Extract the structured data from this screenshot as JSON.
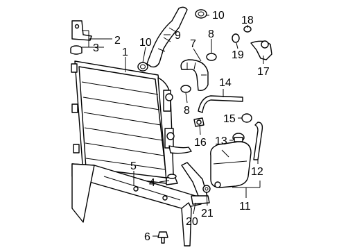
{
  "callouts": {
    "c1": "1",
    "c2": "2",
    "c3": "3",
    "c4": "4",
    "c5": "5",
    "c6": "6",
    "c7": "7",
    "c8a": "8",
    "c8b": "8",
    "c9": "9",
    "c10a": "10",
    "c10b": "10",
    "c11": "11",
    "c12": "12",
    "c13": "13",
    "c14": "14",
    "c15": "15",
    "c16": "16",
    "c17": "17",
    "c18": "18",
    "c19": "19",
    "c20": "20",
    "c21": "21"
  }
}
